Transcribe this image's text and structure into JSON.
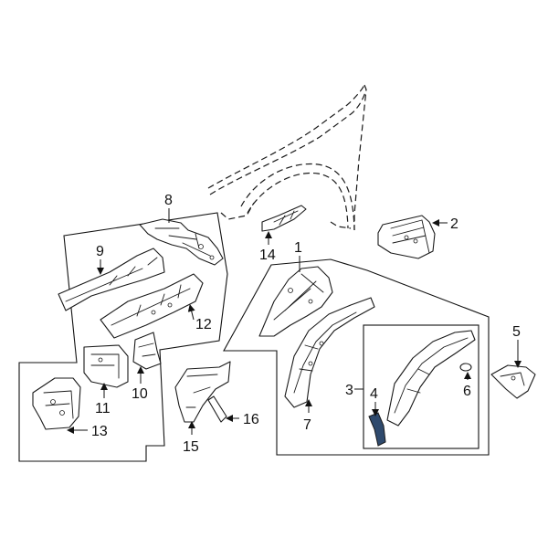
{
  "diagram": {
    "callouts": [
      "1",
      "2",
      "3",
      "4",
      "5",
      "6",
      "7",
      "8",
      "9",
      "10",
      "11",
      "12",
      "13",
      "14",
      "15",
      "16"
    ],
    "highlight_color": "#2f4a6d",
    "line_color": "#1a1a1a"
  }
}
